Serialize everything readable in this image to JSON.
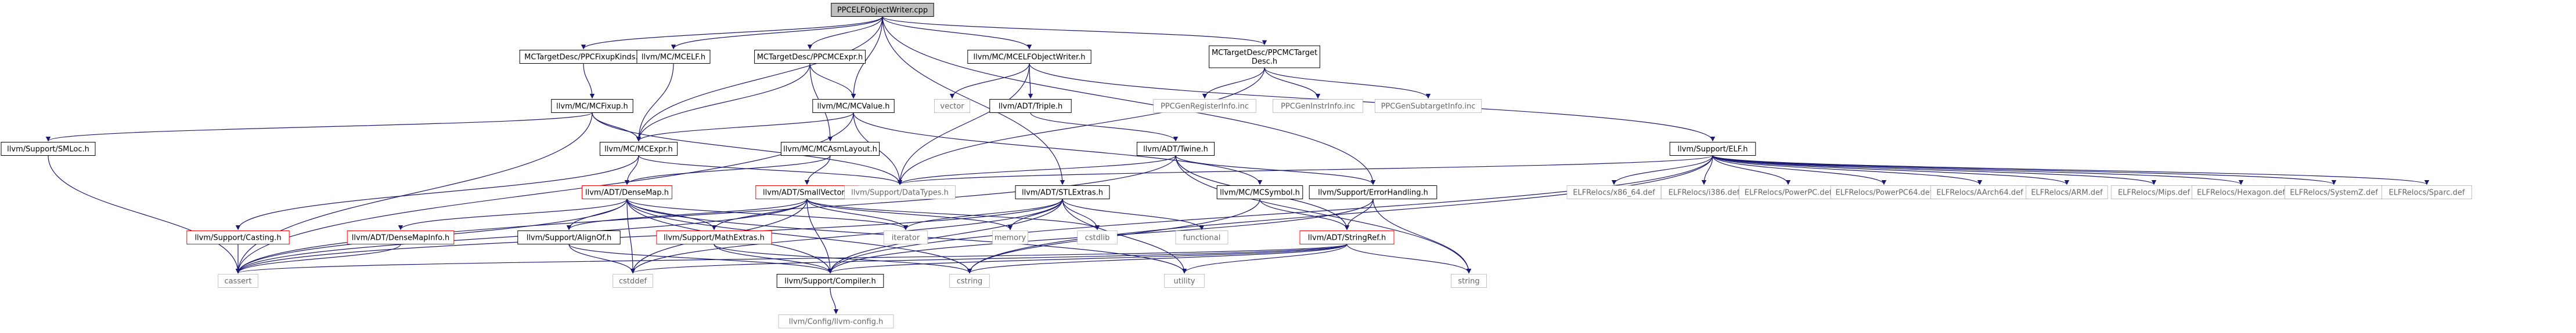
{
  "colors": {
    "edge": "#191970",
    "box_border": "#000000",
    "root_fill": "#bfbfbf",
    "box_fill": "#ffffff",
    "red_border": "#ff0000",
    "plain_text": "#999999",
    "text": "#000000"
  },
  "nodes": [
    {
      "id": "root",
      "label": "PPCELFObjectWriter.cpp",
      "style": "root"
    },
    {
      "id": "fixupkinds",
      "label": "MCTargetDesc/PPCFixupKinds.h",
      "style": "box"
    },
    {
      "id": "mcelf",
      "label": "llvm/MC/MCELF.h",
      "style": "box"
    },
    {
      "id": "ppcmcexpr",
      "label": "MCTargetDesc/PPCMCExpr.h",
      "style": "box"
    },
    {
      "id": "mcelfobjwriter",
      "label": "llvm/MC/MCELFObjectWriter.h",
      "style": "box"
    },
    {
      "id": "ppcmctargetdesc",
      "label": "MCTargetDesc/PPCMCTarget Desc.h",
      "style": "box"
    },
    {
      "id": "mcfixup",
      "label": "llvm/MC/MCFixup.h",
      "style": "box"
    },
    {
      "id": "mcvalue",
      "label": "llvm/MC/MCValue.h",
      "style": "box"
    },
    {
      "id": "vector",
      "label": "vector",
      "style": "plain"
    },
    {
      "id": "triple",
      "label": "llvm/ADT/Triple.h",
      "style": "box"
    },
    {
      "id": "ppcgenreg",
      "label": "PPCGenRegisterInfo.inc",
      "style": "plain"
    },
    {
      "id": "ppcgeninstr",
      "label": "PPCGenInstrInfo.inc",
      "style": "plain"
    },
    {
      "id": "ppcgensubtarget",
      "label": "PPCGenSubtargetInfo.inc",
      "style": "plain"
    },
    {
      "id": "smloc",
      "label": "llvm/Support/SMLoc.h",
      "style": "box"
    },
    {
      "id": "mcexpr",
      "label": "llvm/MC/MCExpr.h",
      "style": "box"
    },
    {
      "id": "mcasmlayout",
      "label": "llvm/MC/MCAsmLayout.h",
      "style": "box"
    },
    {
      "id": "twine",
      "label": "llvm/ADT/Twine.h",
      "style": "box"
    },
    {
      "id": "supportelf",
      "label": "llvm/Support/ELF.h",
      "style": "box"
    },
    {
      "id": "densemap",
      "label": "llvm/ADT/DenseMap.h",
      "style": "red"
    },
    {
      "id": "smallvector",
      "label": "llvm/ADT/SmallVector.h",
      "style": "red"
    },
    {
      "id": "datatypes",
      "label": "llvm/Support/DataTypes.h",
      "style": "plain"
    },
    {
      "id": "stlextras",
      "label": "llvm/ADT/STLExtras.h",
      "style": "box"
    },
    {
      "id": "mcsymbol",
      "label": "llvm/MC/MCSymbol.h",
      "style": "box"
    },
    {
      "id": "errorhandling",
      "label": "llvm/Support/ErrorHandling.h",
      "style": "box"
    },
    {
      "id": "relx8664",
      "label": "ELFRelocs/x86_64.def",
      "style": "plain"
    },
    {
      "id": "reli386",
      "label": "ELFRelocs/i386.def",
      "style": "plain"
    },
    {
      "id": "relppc",
      "label": "ELFRelocs/PowerPC.def",
      "style": "plain"
    },
    {
      "id": "relppc64",
      "label": "ELFRelocs/PowerPC64.def",
      "style": "plain"
    },
    {
      "id": "relaarch64",
      "label": "ELFRelocs/AArch64.def",
      "style": "plain"
    },
    {
      "id": "relarm",
      "label": "ELFRelocs/ARM.def",
      "style": "plain"
    },
    {
      "id": "relmips",
      "label": "ELFRelocs/Mips.def",
      "style": "plain"
    },
    {
      "id": "relhexagon",
      "label": "ELFRelocs/Hexagon.def",
      "style": "plain"
    },
    {
      "id": "relsystemz",
      "label": "ELFRelocs/SystemZ.def",
      "style": "plain"
    },
    {
      "id": "relsparc",
      "label": "ELFRelocs/Sparc.def",
      "style": "plain"
    },
    {
      "id": "casting",
      "label": "llvm/Support/Casting.h",
      "style": "red"
    },
    {
      "id": "densemapinfo",
      "label": "llvm/ADT/DenseMapInfo.h",
      "style": "red"
    },
    {
      "id": "alignof",
      "label": "llvm/Support/AlignOf.h",
      "style": "box"
    },
    {
      "id": "mathextras",
      "label": "llvm/Support/MathExtras.h",
      "style": "red"
    },
    {
      "id": "iterator",
      "label": "iterator",
      "style": "plain"
    },
    {
      "id": "memory",
      "label": "memory",
      "style": "plain"
    },
    {
      "id": "cstdlib",
      "label": "cstdlib",
      "style": "plain"
    },
    {
      "id": "functional",
      "label": "functional",
      "style": "plain"
    },
    {
      "id": "stringref",
      "label": "llvm/ADT/StringRef.h",
      "style": "red"
    },
    {
      "id": "cassert",
      "label": "cassert",
      "style": "plain"
    },
    {
      "id": "cstddef",
      "label": "cstddef",
      "style": "plain"
    },
    {
      "id": "compiler",
      "label": "llvm/Support/Compiler.h",
      "style": "box"
    },
    {
      "id": "cstring",
      "label": "cstring",
      "style": "plain"
    },
    {
      "id": "utility",
      "label": "utility",
      "style": "plain"
    },
    {
      "id": "string",
      "label": "string",
      "style": "plain"
    },
    {
      "id": "llvmconfig",
      "label": "llvm/Config/llvm-config.h",
      "style": "plain"
    }
  ],
  "edges": [
    [
      "root",
      "fixupkinds"
    ],
    [
      "root",
      "mcelf"
    ],
    [
      "root",
      "ppcmcexpr"
    ],
    [
      "root",
      "mcelfobjwriter"
    ],
    [
      "root",
      "ppcmctargetdesc"
    ],
    [
      "root",
      "mcexpr"
    ],
    [
      "root",
      "mcvalue"
    ],
    [
      "root",
      "stlextras"
    ],
    [
      "root",
      "errorhandling"
    ],
    [
      "fixupkinds",
      "mcfixup"
    ],
    [
      "mcelf",
      "mcexpr"
    ],
    [
      "ppcmcexpr",
      "mcexpr"
    ],
    [
      "ppcmcexpr",
      "mcvalue"
    ],
    [
      "ppcmcexpr",
      "mcasmlayout"
    ],
    [
      "mcelfobjwriter",
      "vector"
    ],
    [
      "mcelfobjwriter",
      "triple"
    ],
    [
      "mcelfobjwriter",
      "datatypes"
    ],
    [
      "mcelfobjwriter",
      "supportelf"
    ],
    [
      "ppcmctargetdesc",
      "ppcgenreg"
    ],
    [
      "ppcmctargetdesc",
      "ppcgeninstr"
    ],
    [
      "ppcmctargetdesc",
      "ppcgensubtarget"
    ],
    [
      "ppcmctargetdesc",
      "datatypes"
    ],
    [
      "mcfixup",
      "mcexpr"
    ],
    [
      "mcfixup",
      "datatypes"
    ],
    [
      "mcfixup",
      "smloc"
    ],
    [
      "mcfixup",
      "cassert"
    ],
    [
      "mcvalue",
      "mcexpr"
    ],
    [
      "mcvalue",
      "mcsymbol"
    ],
    [
      "mcvalue",
      "datatypes"
    ],
    [
      "mcvalue",
      "cassert"
    ],
    [
      "triple",
      "twine"
    ],
    [
      "smloc",
      "cassert"
    ],
    [
      "mcexpr",
      "densemap"
    ],
    [
      "mcexpr",
      "casting"
    ],
    [
      "mcexpr",
      "datatypes"
    ],
    [
      "mcasmlayout",
      "densemap"
    ],
    [
      "mcasmlayout",
      "smallvector"
    ],
    [
      "twine",
      "datatypes"
    ],
    [
      "twine",
      "errorhandling"
    ],
    [
      "twine",
      "stringref"
    ],
    [
      "twine",
      "string"
    ],
    [
      "twine",
      "cassert"
    ],
    [
      "supportelf",
      "datatypes"
    ],
    [
      "supportelf",
      "compiler"
    ],
    [
      "supportelf",
      "cstring"
    ],
    [
      "supportelf",
      "relx8664"
    ],
    [
      "supportelf",
      "reli386"
    ],
    [
      "supportelf",
      "relppc"
    ],
    [
      "supportelf",
      "relppc64"
    ],
    [
      "supportelf",
      "relaarch64"
    ],
    [
      "supportelf",
      "relarm"
    ],
    [
      "supportelf",
      "relmips"
    ],
    [
      "supportelf",
      "relhexagon"
    ],
    [
      "supportelf",
      "relsystemz"
    ],
    [
      "supportelf",
      "relsparc"
    ],
    [
      "densemap",
      "densemapinfo"
    ],
    [
      "densemap",
      "alignof"
    ],
    [
      "densemap",
      "compiler"
    ],
    [
      "densemap",
      "mathextras"
    ],
    [
      "densemap",
      "cstddef"
    ],
    [
      "densemap",
      "utility"
    ],
    [
      "densemap",
      "iterator"
    ],
    [
      "densemap",
      "cassert"
    ],
    [
      "densemap",
      "cstring"
    ],
    [
      "smallvector",
      "alignof"
    ],
    [
      "smallvector",
      "compiler"
    ],
    [
      "smallvector",
      "mathextras"
    ],
    [
      "smallvector",
      "cstddef"
    ],
    [
      "smallvector",
      "cassert"
    ],
    [
      "smallvector",
      "memory"
    ],
    [
      "smallvector",
      "iterator"
    ],
    [
      "smallvector",
      "cstdlib"
    ],
    [
      "stlextras",
      "compiler"
    ],
    [
      "stlextras",
      "cassert"
    ],
    [
      "stlextras",
      "cstddef"
    ],
    [
      "stlextras",
      "cstdlib"
    ],
    [
      "stlextras",
      "functional"
    ],
    [
      "stlextras",
      "iterator"
    ],
    [
      "stlextras",
      "memory"
    ],
    [
      "stlextras",
      "utility"
    ],
    [
      "mcsymbol",
      "stringref"
    ],
    [
      "mcsymbol",
      "cstring"
    ],
    [
      "errorhandling",
      "stringref"
    ],
    [
      "errorhandling",
      "compiler"
    ],
    [
      "errorhandling",
      "string"
    ],
    [
      "casting",
      "cassert"
    ],
    [
      "densemapinfo",
      "cassert"
    ],
    [
      "alignof",
      "compiler"
    ],
    [
      "alignof",
      "cstddef"
    ],
    [
      "mathextras",
      "compiler"
    ],
    [
      "mathextras",
      "cstring"
    ],
    [
      "stringref",
      "compiler"
    ],
    [
      "stringref",
      "cassert"
    ],
    [
      "stringref",
      "cstring"
    ],
    [
      "stringref",
      "utility"
    ],
    [
      "stringref",
      "string"
    ],
    [
      "stringref",
      "cstddef"
    ],
    [
      "compiler",
      "llvmconfig"
    ]
  ]
}
